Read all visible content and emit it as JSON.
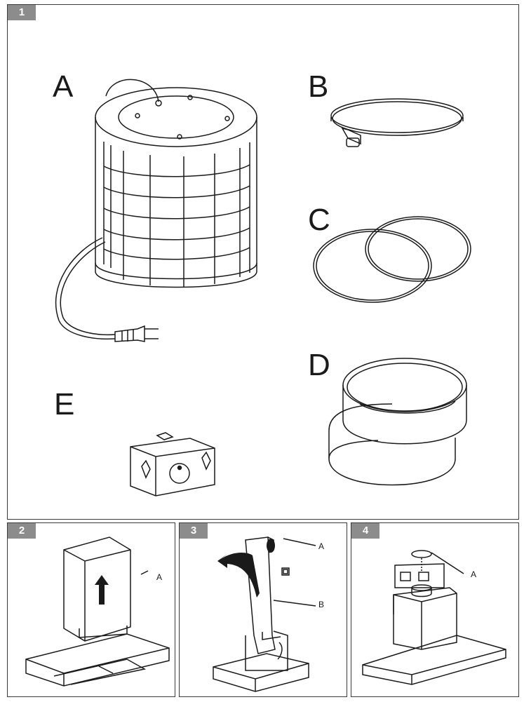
{
  "panels": [
    {
      "number": "1"
    },
    {
      "number": "2"
    },
    {
      "number": "3"
    },
    {
      "number": "4"
    }
  ],
  "panel1": {
    "label_a": "A",
    "label_b": "B",
    "label_c": "C",
    "label_d": "D",
    "label_e": "E"
  },
  "panel2": {
    "callout_a": "A"
  },
  "panel3": {
    "callout_a": "A",
    "callout_b": "B"
  },
  "panel4": {
    "callout_a": "A"
  },
  "icons": [
    "filter-cylinder-icon",
    "hose-clamp-icon",
    "seal-rings-icon",
    "adapter-rings-icon",
    "socket-adapter-icon",
    "hood-chimney-icon",
    "chimney-pipe-icon",
    "filter-install-icon"
  ]
}
